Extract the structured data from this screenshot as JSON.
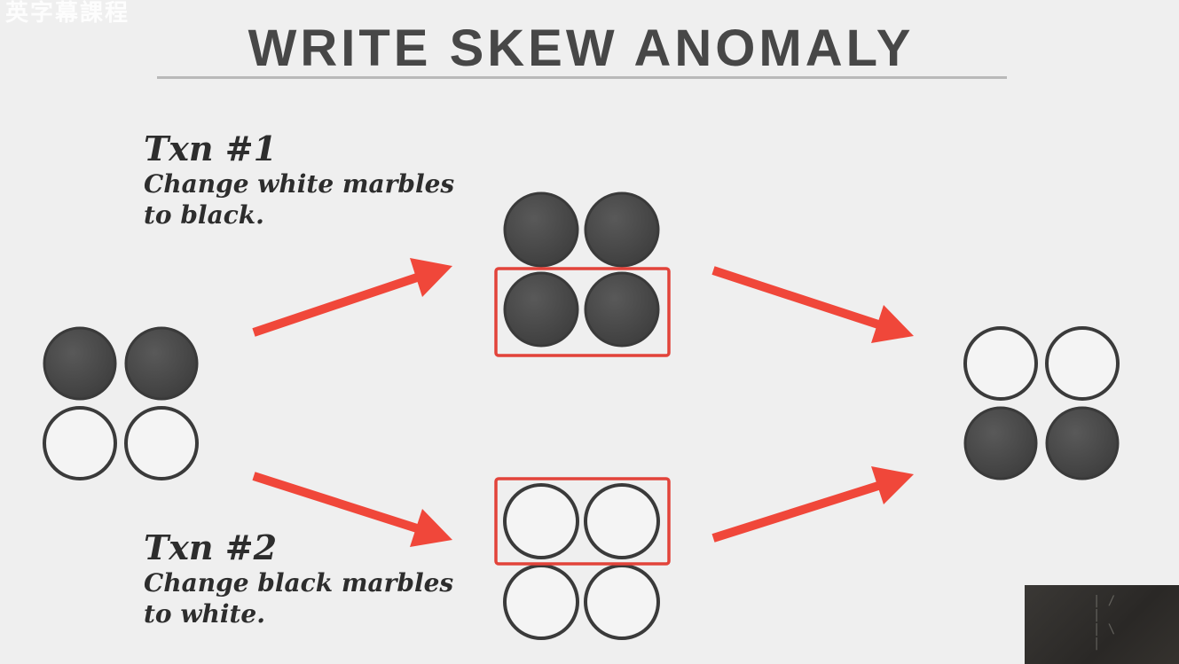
{
  "watermark": "英字幕課程",
  "title": "WRITE SKEW ANOMALY",
  "txn1": {
    "name": "Txn #1",
    "description": "Change white marbles to black."
  },
  "txn2": {
    "name": "Txn #2",
    "description": "Change black marbles to white."
  },
  "colors": {
    "background": "#efefef",
    "black_marble": "#474747",
    "marble_outline": "#3a3a3a",
    "white_marble": "#f4f4f4",
    "arrow": "#f0473a",
    "highlight_box": "#e2433a",
    "title": "#474747"
  },
  "states": {
    "initial": [
      "black",
      "black",
      "white",
      "white"
    ],
    "after_txn1": [
      "black",
      "black",
      "black",
      "black"
    ],
    "after_txn2": [
      "white",
      "white",
      "white",
      "white"
    ],
    "final": [
      "white",
      "white",
      "black",
      "black"
    ]
  }
}
